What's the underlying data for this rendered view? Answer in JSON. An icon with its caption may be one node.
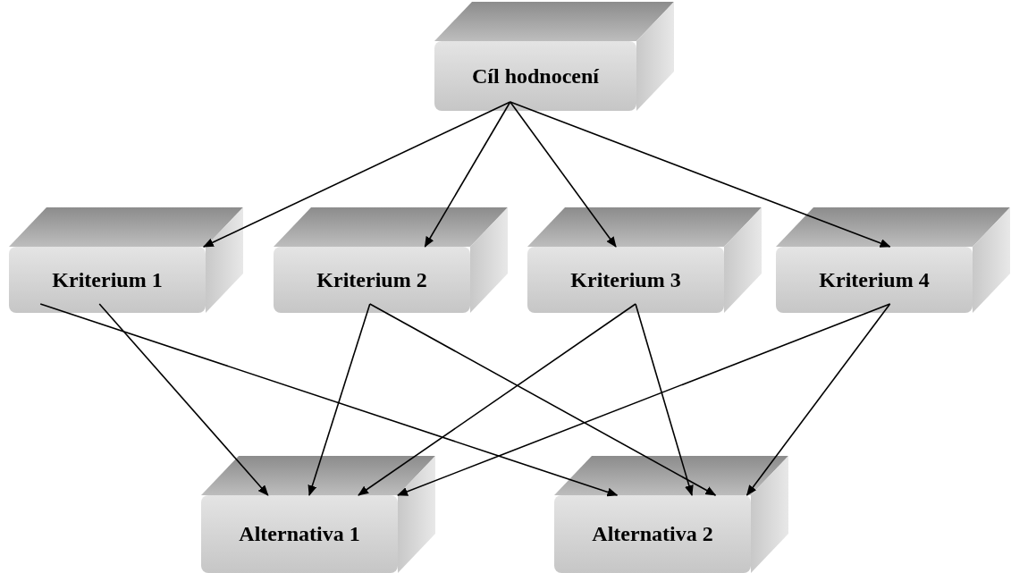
{
  "diagram": {
    "nodes": [
      {
        "text": [
          "Cíl hodnocení"
        ]
      },
      {
        "text": [
          "Kriterium 1"
        ]
      },
      {
        "text": [
          "Kriterium 2"
        ]
      },
      {
        "text": [
          "Kriterium 3"
        ]
      },
      {
        "text": [
          "Kriterium 4"
        ]
      },
      {
        "text": [
          "Alternativa 1"
        ]
      },
      {
        "text": [
          "Alternativa 2"
        ]
      }
    ],
    "edges": [
      {
        "from": 0,
        "to": 1,
        "arrow": "to"
      },
      {
        "from": 0,
        "to": 2,
        "arrow": "to"
      },
      {
        "from": 0,
        "to": 3,
        "arrow": "to"
      },
      {
        "from": 0,
        "to": 4,
        "arrow": "to"
      },
      {
        "from": 1,
        "to": 5,
        "arrow": "to"
      },
      {
        "from": 1,
        "to": 6,
        "arrow": "to"
      },
      {
        "from": 2,
        "to": 5,
        "arrow": "to"
      },
      {
        "from": 2,
        "to": 6,
        "arrow": "to"
      },
      {
        "from": 3,
        "to": 5,
        "arrow": "to"
      },
      {
        "from": 3,
        "to": 6,
        "arrow": "to"
      },
      {
        "from": 4,
        "to": 5,
        "arrow": "to"
      },
      {
        "from": 4,
        "to": 6,
        "arrow": "to"
      }
    ]
  }
}
